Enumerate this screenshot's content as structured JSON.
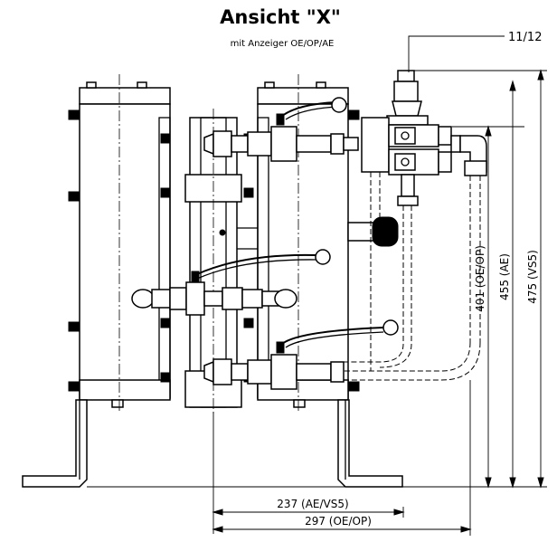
{
  "drawing": {
    "title": "Ansicht  \"X\"",
    "subtitle": "mit Anzeiger OE/OP/AE",
    "callout": "11/12",
    "dims": {
      "width_ae_vs5": "237  (AE/VS5)",
      "width_oe_op": "297  (OE/OP)",
      "height_oe_op": "401 (OE/OP)",
      "height_ae": "455  (AE)",
      "height_vs5": "475 (VS5)"
    }
  }
}
